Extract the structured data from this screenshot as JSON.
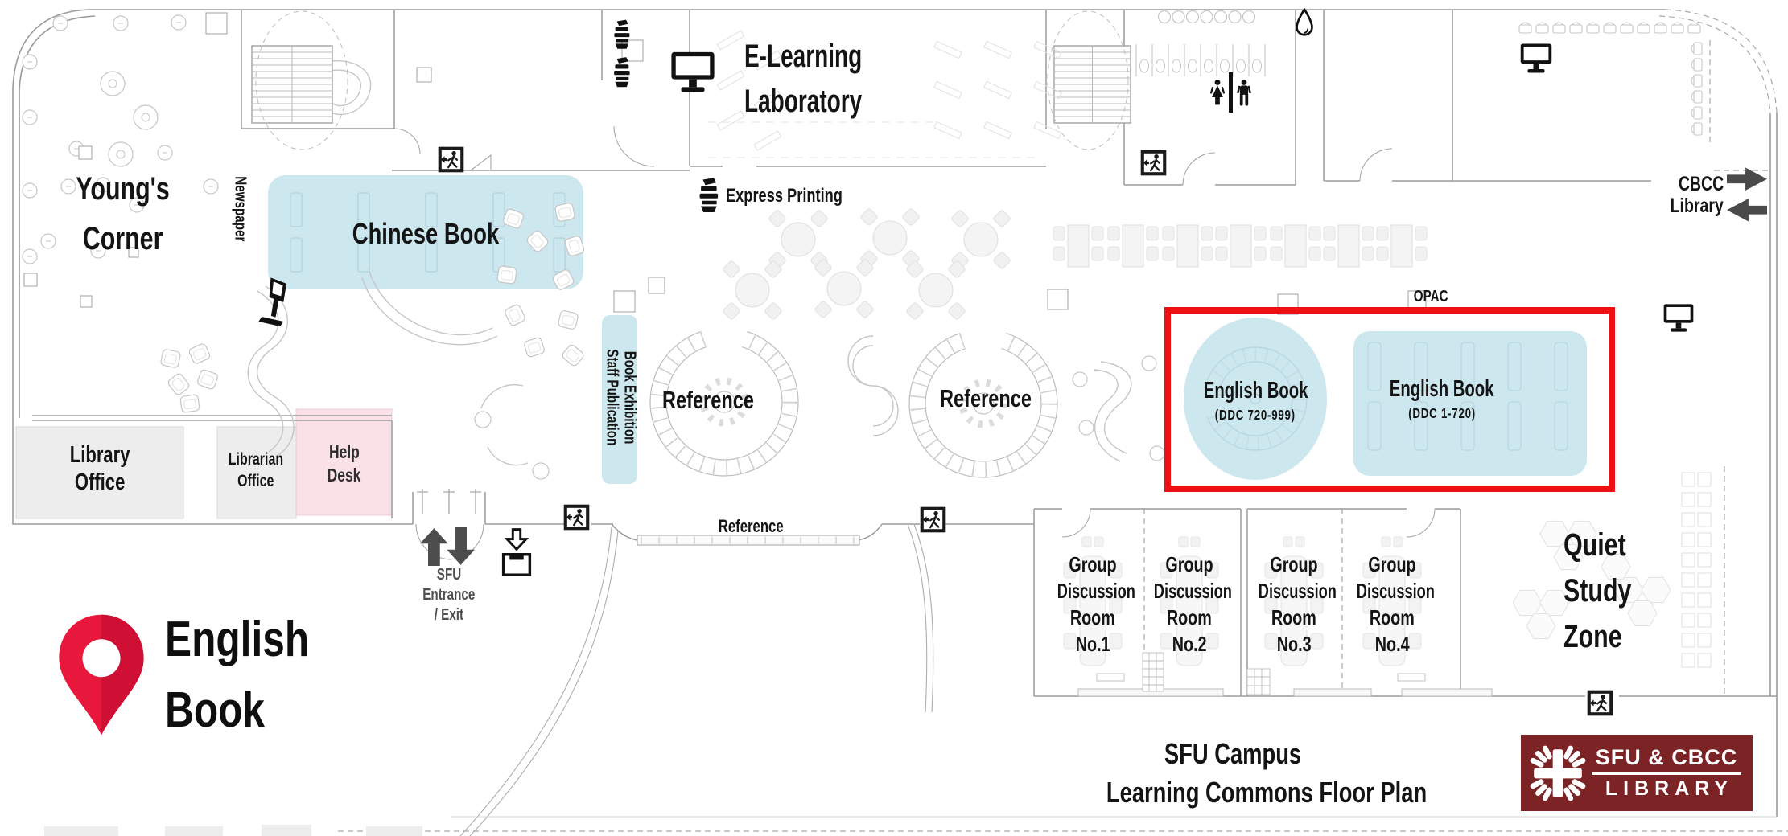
{
  "title": "SFU Campus Learning Commons Floor Plan",
  "colors": {
    "zone_blue": "#cde7ef",
    "zone_pink": "#f9e1e7",
    "zone_gray": "#ededed",
    "highlight_red": "#ee1111",
    "pin_red": "#e8173c",
    "pin_red_dark": "#cf0f33",
    "logo_maroon": "#7b2325",
    "wall_gray": "#9b9b9b",
    "text_black": "#141414",
    "arrow_gray": "#4a4a4a"
  },
  "areas": {
    "youngs_corner": {
      "line1": "Young's",
      "line2": "Corner"
    },
    "newspaper": "Newspaper",
    "chinese_book": "Chinese Book",
    "elearning": {
      "line1": "E-Learning",
      "line2": "Laboratory"
    },
    "express_printing": "Express Printing",
    "staff_publication": {
      "line1": "Staff Publication",
      "line2": "Book Exhibition"
    },
    "reference_left": "Reference",
    "reference_right": "Reference",
    "reference_shelf": "Reference",
    "opac": "OPAC",
    "cbcc_library": {
      "line1": "CBCC",
      "line2": "Library"
    },
    "english_book_circle": {
      "title": "English Book",
      "sub": "(DDC 720-999)"
    },
    "english_book_shelf": {
      "title": "English Book",
      "sub": "(DDC 1-720)"
    },
    "library_office": {
      "line1": "Library",
      "line2": "Office"
    },
    "librarian_office": {
      "line1": "Librarian",
      "line2": "Office"
    },
    "help_desk": {
      "line1": "Help",
      "line2": "Desk"
    },
    "entrance": {
      "line1": "SFU",
      "line2": "Entrance",
      "line3": "/ Exit"
    },
    "group_rooms": [
      {
        "line1": "Group",
        "line2": "Discussion",
        "line3": "Room",
        "line4": "No.1"
      },
      {
        "line1": "Group",
        "line2": "Discussion",
        "line3": "Room",
        "line4": "No.2"
      },
      {
        "line1": "Group",
        "line2": "Discussion",
        "line3": "Room",
        "line4": "No.3"
      },
      {
        "line1": "Group",
        "line2": "Discussion",
        "line3": "Room",
        "line4": "No.4"
      }
    ],
    "quiet_zone": {
      "line1": "Quiet",
      "line2": "Study",
      "line3": "Zone"
    }
  },
  "legend": {
    "line1": "English",
    "line2": "Book"
  },
  "caption": {
    "line1": "SFU Campus",
    "line2": "Learning Commons Floor Plan"
  },
  "logo": {
    "top": "SFU & CBCC",
    "bottom": "LIBRARY"
  },
  "icons": {
    "legend_pin": "location-pin",
    "exit_sign": "running-man-exit",
    "monitor": "computer-monitor",
    "printer": "printer",
    "restroom_female": "female-figure",
    "restroom_male": "male-figure",
    "water_fountain": "water-drop",
    "cbcc_arrows": "two-way-arrows",
    "entrance_arrows": "up-down-arrows",
    "book_return": "book-drop-box",
    "kiosk": "information-kiosk",
    "logo_cross": "caritas-cross"
  }
}
